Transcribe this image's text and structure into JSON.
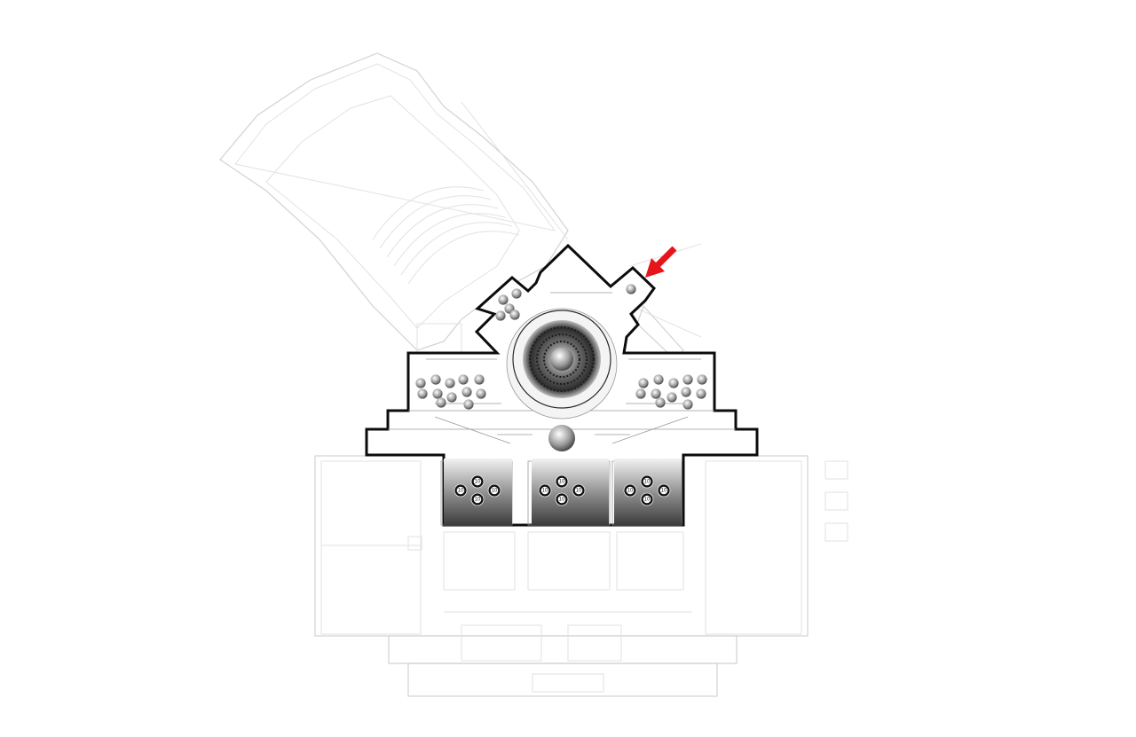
{
  "figure": {
    "arrow_color": "#e8141c",
    "outline_color": "#0c0c0c",
    "background_color": "#ffffff",
    "table_label": "10",
    "tables_per_room": 4,
    "rooms": 3
  }
}
